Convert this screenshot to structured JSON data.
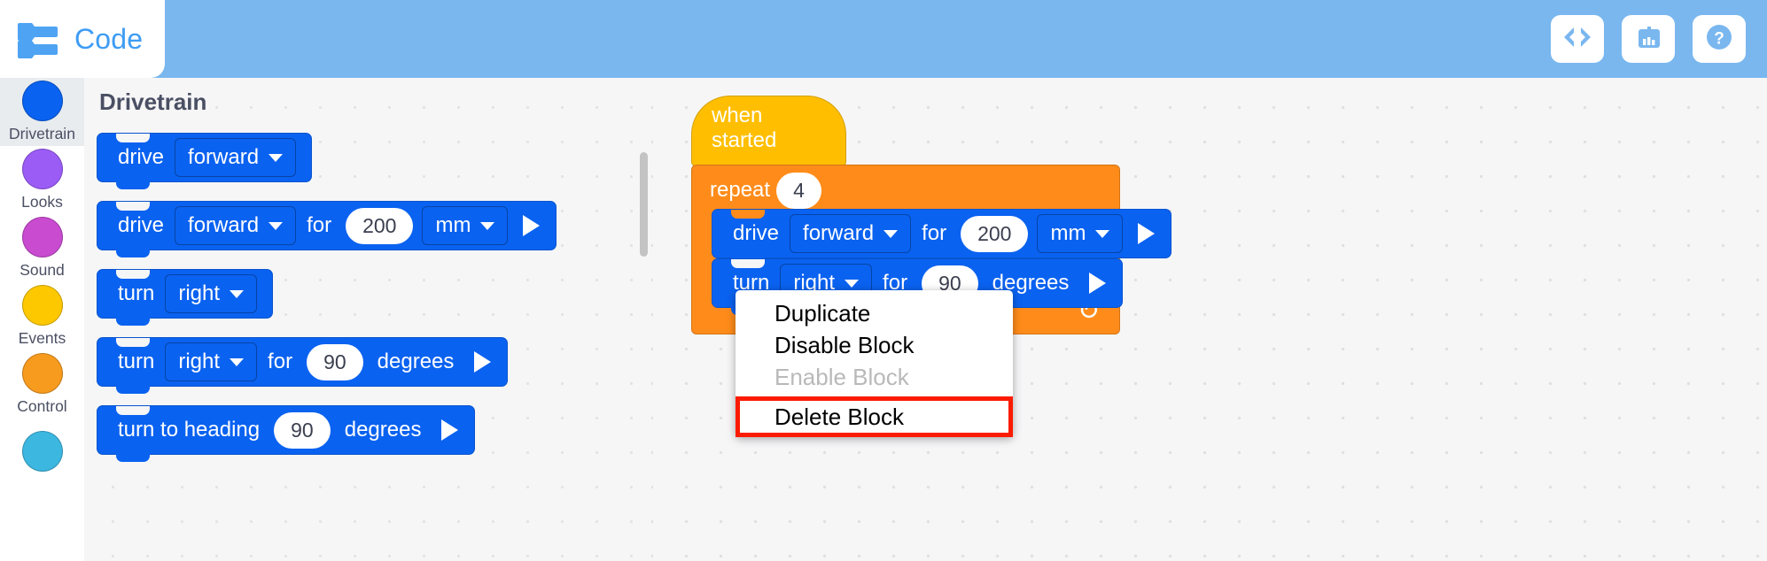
{
  "header": {
    "logo_text": "Code",
    "logo_icon": "code-blocks-icon",
    "buttons": [
      {
        "name": "view-code-button",
        "icon": "angle-brackets-icon",
        "label": "<>"
      },
      {
        "name": "robot-brain-button",
        "icon": "brain-icon",
        "label": ""
      },
      {
        "name": "help-button",
        "icon": "question-mark-icon",
        "label": "?"
      }
    ]
  },
  "sidebar": {
    "items": [
      {
        "label": "Drivetrain",
        "color": "#0a62f0",
        "selected": true
      },
      {
        "label": "Looks",
        "color": "#9b5cf6",
        "selected": false
      },
      {
        "label": "Sound",
        "color": "#c84bd0",
        "selected": false
      },
      {
        "label": "Events",
        "color": "#fdc800",
        "selected": false
      },
      {
        "label": "Control",
        "color": "#f79b1e",
        "selected": false
      },
      {
        "label": "",
        "color": "#3cb7e0",
        "selected": false
      }
    ]
  },
  "palette": {
    "title": "Drivetrain",
    "blocks": [
      {
        "name": "palette-drive-direction",
        "text_1": "drive",
        "dropdown_1": "forward",
        "text_2": "",
        "value_1": "",
        "dropdown_2": "",
        "play": false
      },
      {
        "name": "palette-drive-for-distance",
        "text_1": "drive",
        "dropdown_1": "forward",
        "text_2": "for",
        "value_1": "200",
        "dropdown_2": "mm",
        "play": true
      },
      {
        "name": "palette-turn-direction",
        "text_1": "turn",
        "dropdown_1": "right",
        "text_2": "",
        "value_1": "",
        "dropdown_2": "",
        "play": false
      },
      {
        "name": "palette-turn-for-degrees",
        "text_1": "turn",
        "dropdown_1": "right",
        "text_2": "for",
        "value_1": "90",
        "text_3": "degrees",
        "play": true
      },
      {
        "name": "palette-turn-to-heading",
        "text_1": "turn to heading",
        "value_1": "90",
        "text_3": "degrees",
        "play": true
      }
    ]
  },
  "workspace": {
    "hat_block": {
      "label": "when started"
    },
    "repeat_block": {
      "label": "repeat",
      "count": "4",
      "loop_icon": "↻"
    },
    "inner_blocks": [
      {
        "name": "workspace-drive-forward-200mm",
        "text_1": "drive",
        "dropdown_1": "forward",
        "text_2": "for",
        "value_1": "200",
        "dropdown_2": "mm",
        "play": true
      },
      {
        "name": "workspace-turn-right-90-degrees",
        "text_1": "turn",
        "dropdown_1": "right",
        "text_2": "for",
        "value_1": "90",
        "text_3": "degrees",
        "play": true
      }
    ]
  },
  "context_menu": {
    "items": [
      {
        "label": "Duplicate",
        "state": "enabled"
      },
      {
        "label": "Disable Block",
        "state": "enabled"
      },
      {
        "label": "Enable Block",
        "state": "disabled"
      },
      {
        "label": "Delete Block",
        "state": "highlighted"
      }
    ]
  },
  "colors": {
    "header_bg": "#7ab7ef",
    "motion_block": "#0a62f0",
    "events_block": "#ffbf00",
    "control_block": "#ff8c1a",
    "highlight_ring": "#fb1b00"
  }
}
